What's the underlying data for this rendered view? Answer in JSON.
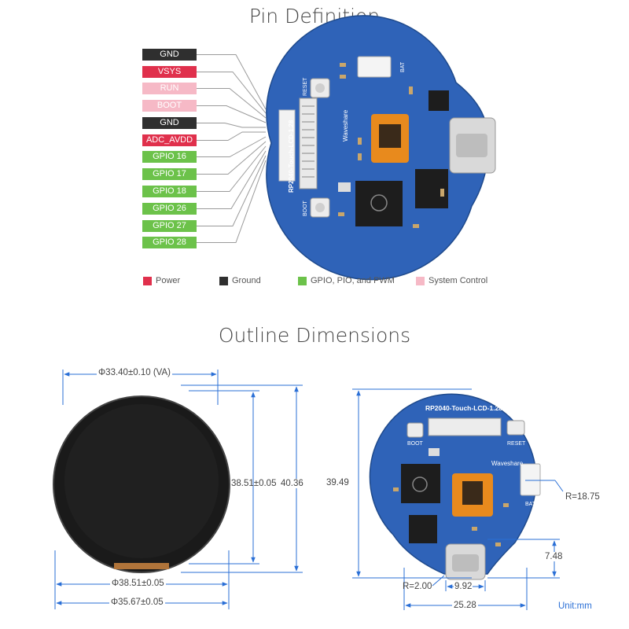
{
  "titles": {
    "pin_definition": "Pin Definition",
    "outline_dimensions": "Outline Dimensions"
  },
  "pins": [
    {
      "label": "GND",
      "type": "ground"
    },
    {
      "label": "VSYS",
      "type": "power"
    },
    {
      "label": "RUN",
      "type": "system"
    },
    {
      "label": "BOOT",
      "type": "system"
    },
    {
      "label": "GND",
      "type": "ground"
    },
    {
      "label": "ADC_AVDD",
      "type": "power"
    },
    {
      "label": "GPIO 16",
      "type": "gpio"
    },
    {
      "label": "GPIO 17",
      "type": "gpio"
    },
    {
      "label": "GPIO 18",
      "type": "gpio"
    },
    {
      "label": "GPIO 26",
      "type": "gpio"
    },
    {
      "label": "GPIO 27",
      "type": "gpio"
    },
    {
      "label": "GPIO 28",
      "type": "gpio"
    }
  ],
  "legend": [
    {
      "label": "Power",
      "color": "#e0304c"
    },
    {
      "label": "Ground",
      "color": "#2f2f2f"
    },
    {
      "label": "GPIO, PIO, and PWM",
      "color": "#6cc24a"
    },
    {
      "label": "System Control",
      "color": "#f6b9c6"
    }
  ],
  "board_top": {
    "model": "RP2040-Touch-LCD-1.28",
    "brand": "Waveshare",
    "reset": "RESET",
    "boot": "BOOT",
    "bat": "BAT"
  },
  "board_bottom": {
    "model": "RP2040-Touch-LCD-1.28",
    "brand": "Waveshare",
    "reset": "RESET",
    "boot": "BOOT",
    "bat": "BAT"
  },
  "dimensions": {
    "va_diameter": "Φ33.40±0.10 (VA)",
    "inner_height": "38.51±0.05",
    "outer_height": "40.36",
    "inner_diameter": "Φ38.51±0.05",
    "outer_diameter": "Φ35.67±0.05",
    "board_height": "39.49",
    "radius_right": "R=18.75",
    "usb_height": "7.48",
    "usb_radius": "R=2.00",
    "usb_offset": "9.92",
    "board_width": "25.28",
    "unit": "Unit:mm"
  },
  "colors": {
    "power": "#e0304c",
    "ground": "#2f2f2f",
    "gpio": "#6cc24a",
    "system": "#f6b9c6",
    "pcb": "#2f63b8",
    "dimension_line": "#2a6fd6"
  }
}
